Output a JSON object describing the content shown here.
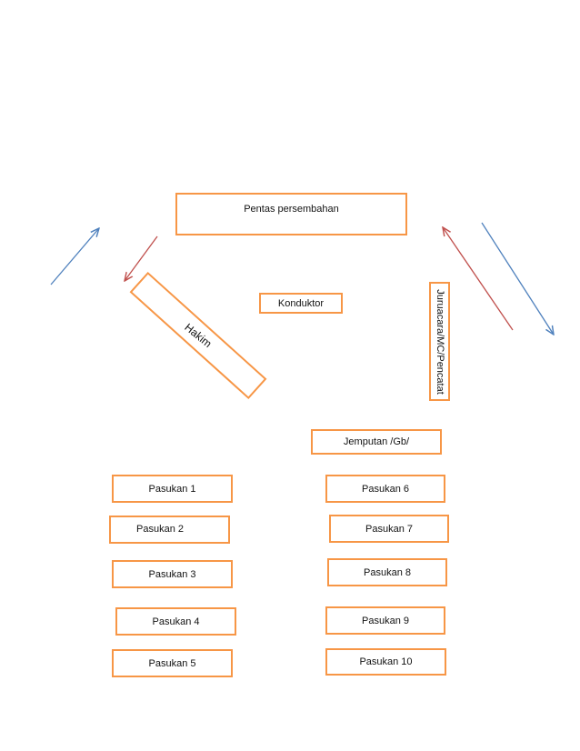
{
  "colors": {
    "box_border": "#F79646",
    "arrow_blue": "#4F81BD",
    "arrow_red": "#C0504D"
  },
  "stage": {
    "label": "Pentas persembahan"
  },
  "conductor": {
    "label": "Konduktor"
  },
  "judge": {
    "label": "Hakim"
  },
  "mc": {
    "label": "Juruacara/MC/Pencatat"
  },
  "guests": {
    "label": "Jemputan /Gb/"
  },
  "teams_left": [
    {
      "label": "Pasukan 1"
    },
    {
      "label": "Pasukan 2"
    },
    {
      "label": "Pasukan 3"
    },
    {
      "label": "Pasukan 4"
    },
    {
      "label": "Pasukan 5"
    }
  ],
  "teams_right": [
    {
      "label": "Pasukan 6"
    },
    {
      "label": "Pasukan 7"
    },
    {
      "label": "Pasukan 8"
    },
    {
      "label": "Pasukan 9"
    },
    {
      "label": "Pasukan 10"
    }
  ],
  "arrows": [
    {
      "name": "left-entry-arrow",
      "color": "blue",
      "direction": "up-right"
    },
    {
      "name": "stage-exit-left-arrow",
      "color": "red",
      "direction": "down-left"
    },
    {
      "name": "stage-return-right-arrow",
      "color": "red",
      "direction": "up-left"
    },
    {
      "name": "right-exit-arrow",
      "color": "blue",
      "direction": "down-right"
    }
  ]
}
